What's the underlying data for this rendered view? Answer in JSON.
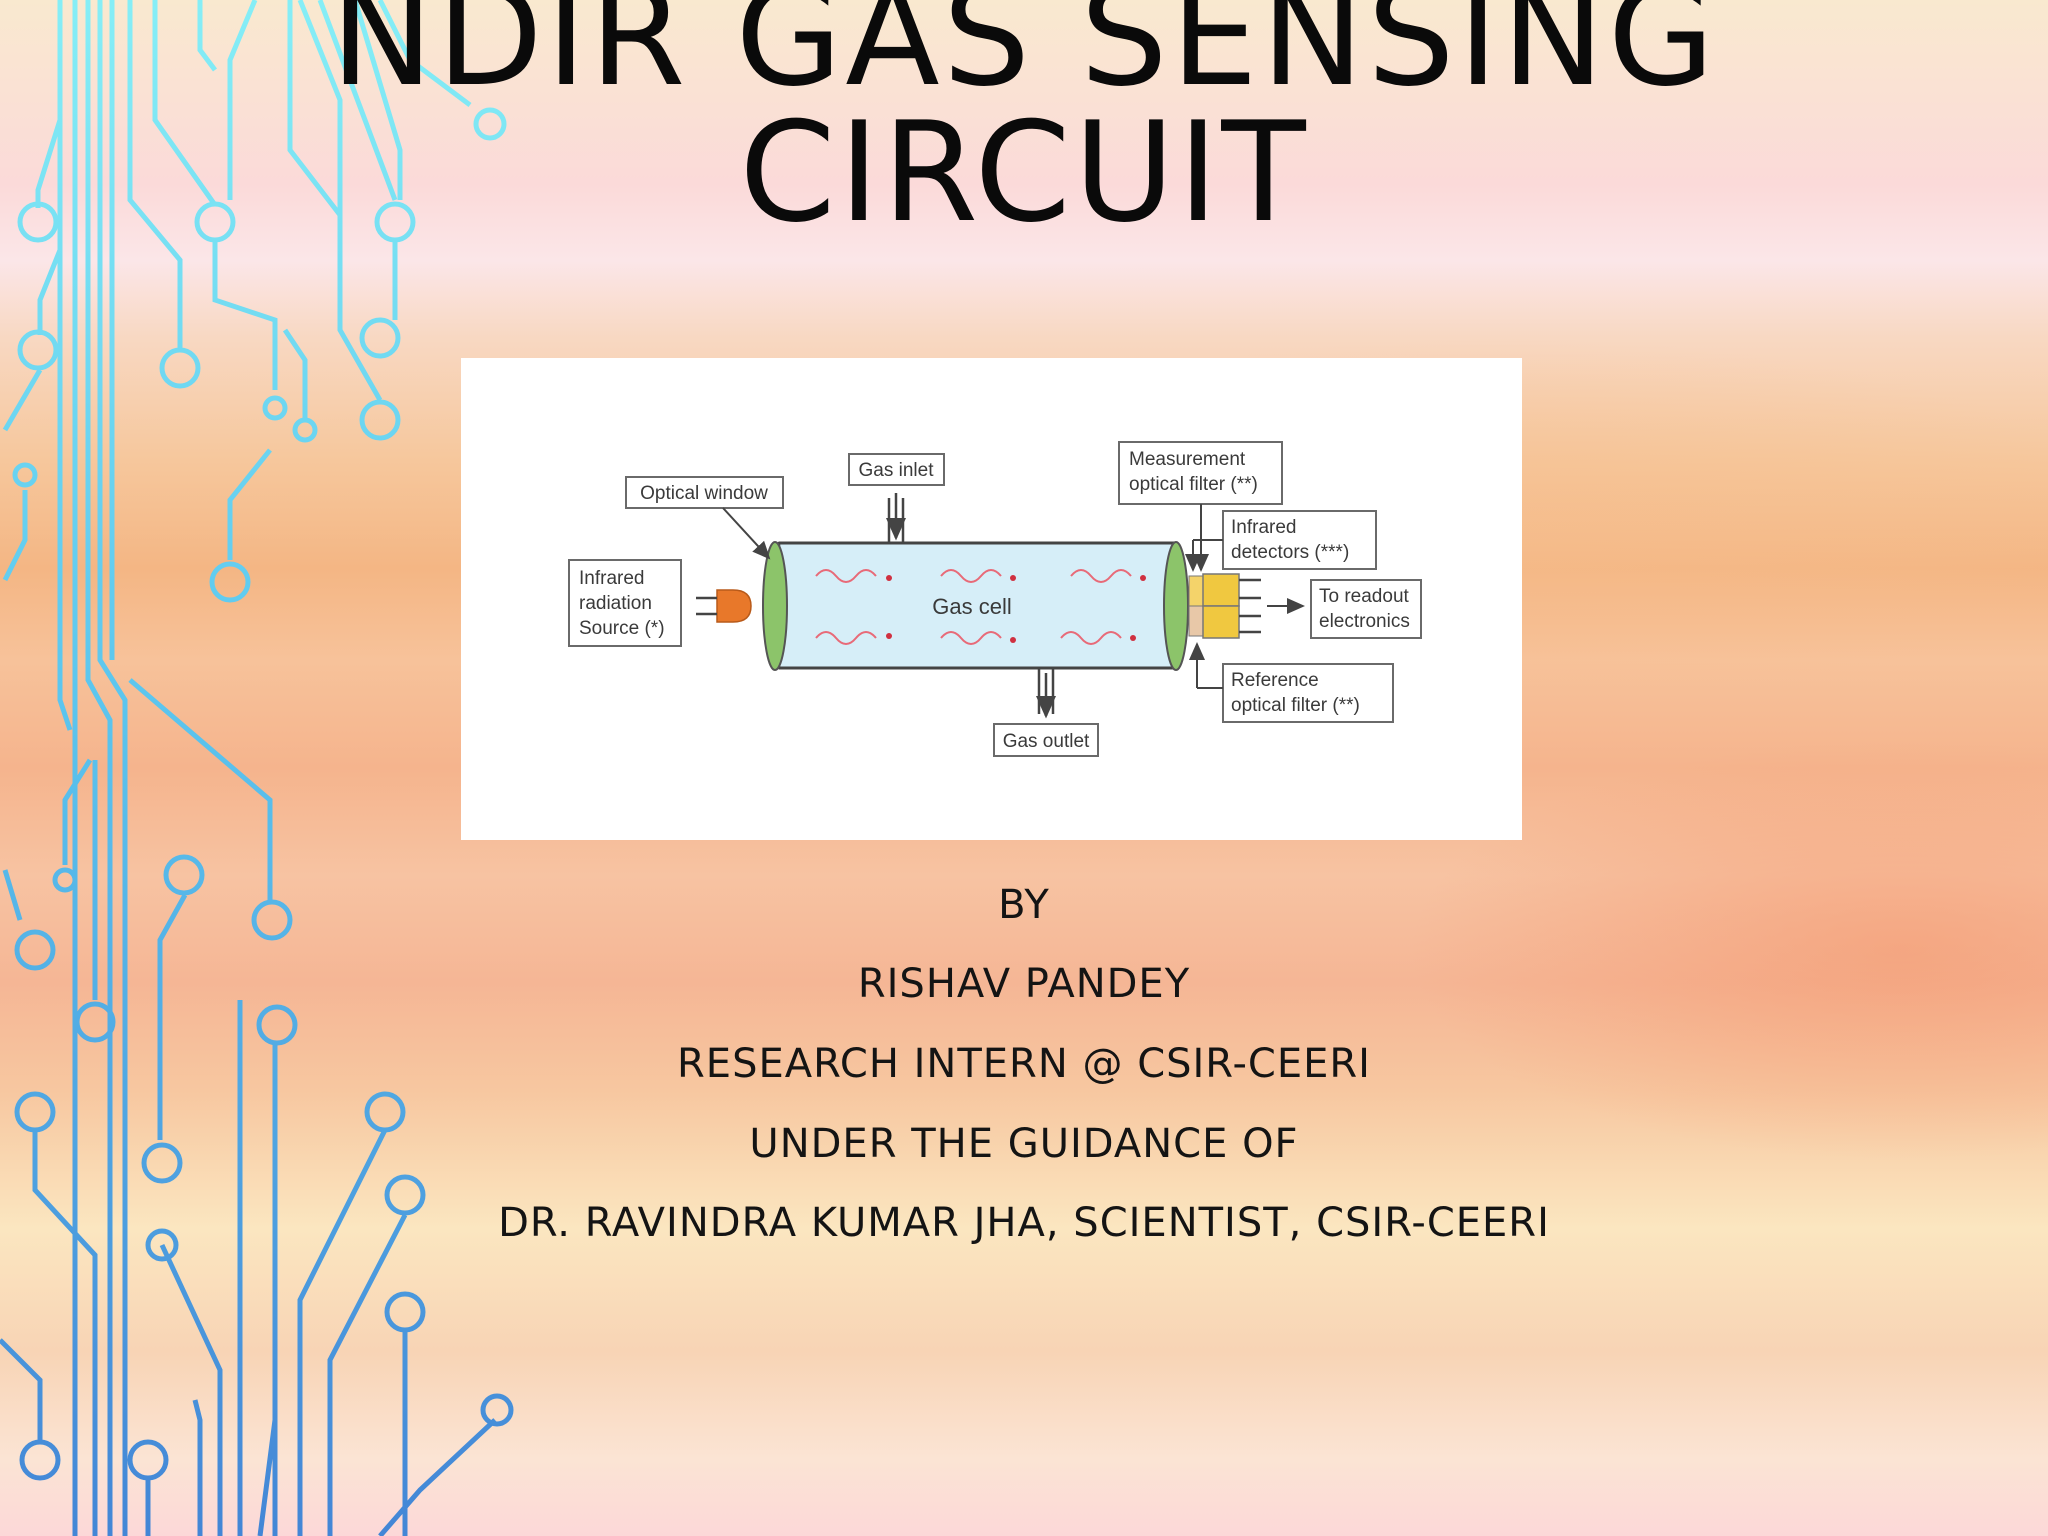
{
  "slide": {
    "title_line1": "NDIR GAS SENSING",
    "title_line2": "CIRCUIT"
  },
  "diagram": {
    "optical_window": "Optical window",
    "gas_inlet": "Gas inlet",
    "measurement_filter_l1": "Measurement",
    "measurement_filter_l2": "optical filter (**)",
    "ir_detectors_l1": "Infrared",
    "ir_detectors_l2": "detectors (***)",
    "ir_source_l1": "Infrared",
    "ir_source_l2": "radiation",
    "ir_source_l3": "Source (*)",
    "gas_cell": "Gas cell",
    "readout_l1": "To readout",
    "readout_l2": "electronics",
    "reference_filter_l1": "Reference",
    "reference_filter_l2": "optical filter (**)",
    "gas_outlet": "Gas outlet"
  },
  "credits": {
    "by": "BY",
    "author": "RISHAV PANDEY",
    "role": "RESEARCH INTERN @ CSIR-CEERI",
    "guidance": "UNDER THE GUIDANCE OF",
    "guide": "DR. RAVINDRA KUMAR JHA, SCIENTIST, CSIR-CEERI"
  },
  "colors": {
    "circuit_top": "#7fe3f0",
    "circuit_bottom": "#4a8fd8",
    "gas_cell_fill": "#d6eef8",
    "window_green": "#8cc46a",
    "source_orange": "#e8782a",
    "detector_yellow": "#f0c840"
  }
}
